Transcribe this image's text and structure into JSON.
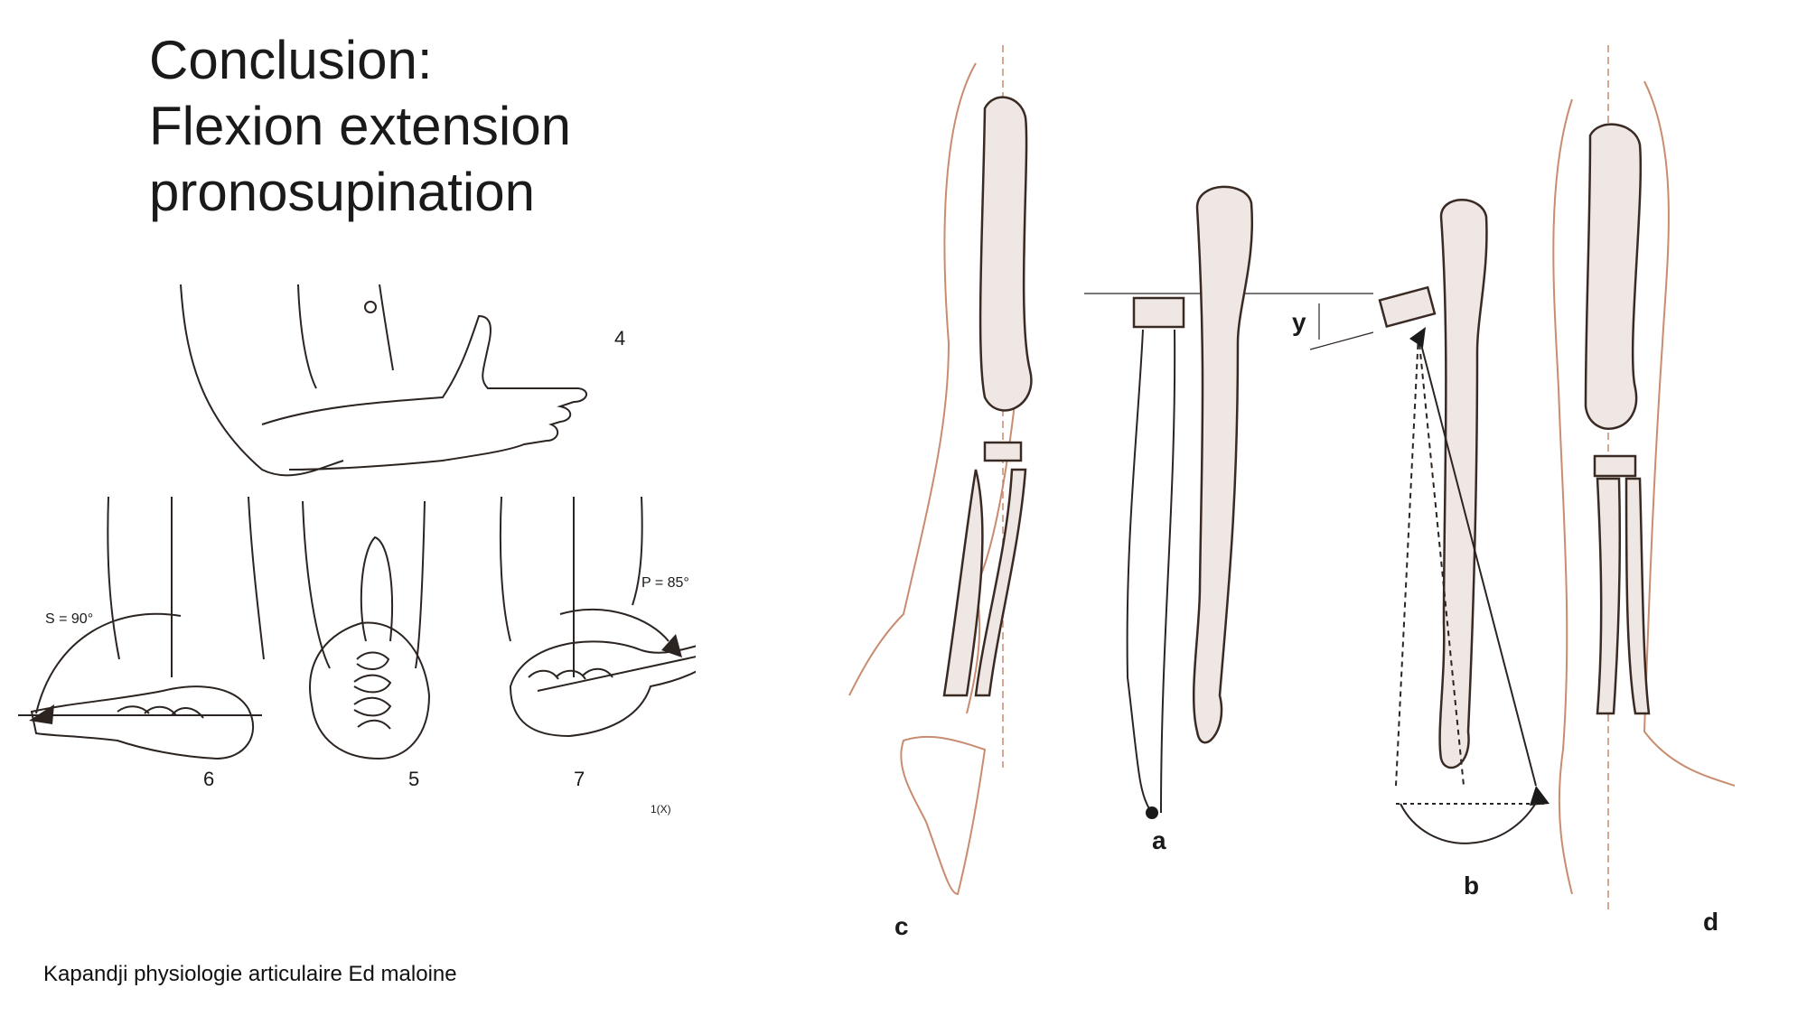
{
  "slide": {
    "title_lines": [
      "Conclusion:",
      "Flexion extension",
      "pronosupination"
    ],
    "source": "Kapandji physiologie articulaire Ed maloine"
  },
  "left_figure": {
    "labels": {
      "fig4": "4",
      "fig5": "5",
      "fig6": "6",
      "fig7": "7",
      "supination": "S = 90°",
      "pronation": "P = 85°",
      "page_number": "1(X)"
    }
  },
  "right_figure": {
    "labels": {
      "a": "a",
      "b": "b",
      "c": "c",
      "d": "d",
      "y": "y"
    }
  }
}
